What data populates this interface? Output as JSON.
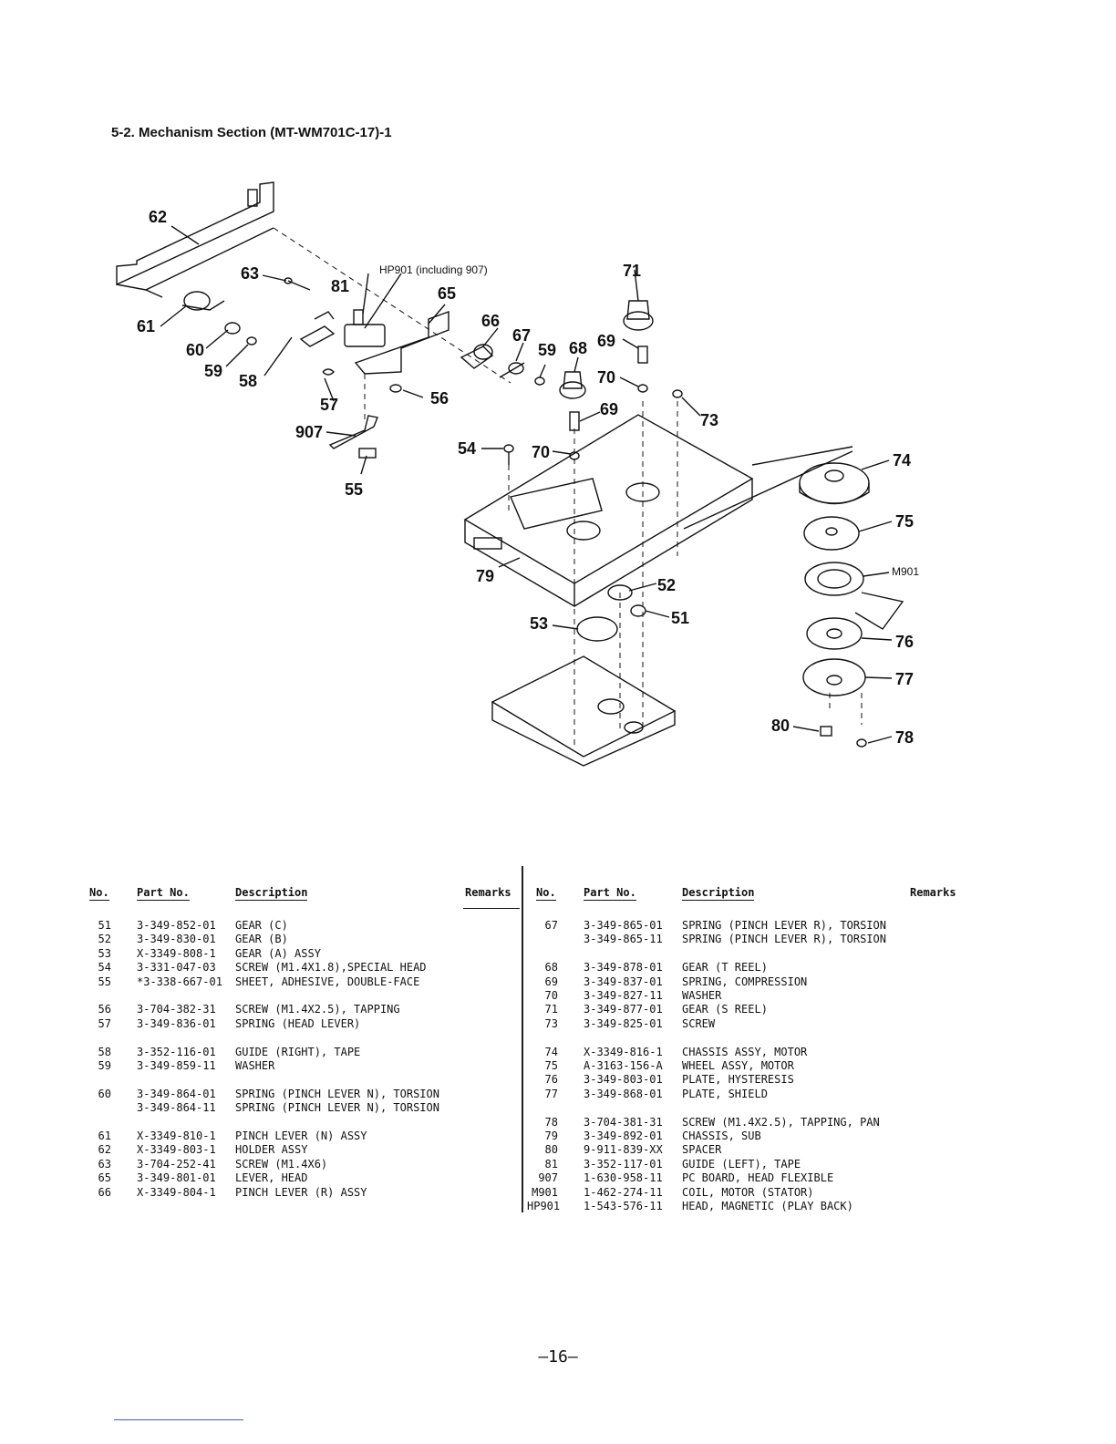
{
  "title": "5-2. Mechanism Section (MT-WM701C-17)-1",
  "diagram": {
    "hp901_label": "HP901 (including 907)",
    "m901_label": "M901",
    "callouts": {
      "c62": "62",
      "c63": "63",
      "c81": "81",
      "c65": "65",
      "c71": "71",
      "c61": "61",
      "c60": "60",
      "c59a": "59",
      "c58": "58",
      "c57": "57",
      "c56": "56",
      "c66": "66",
      "c67": "67",
      "c59b": "59",
      "c68": "68",
      "c69a": "69",
      "c70a": "70",
      "c69b": "69",
      "c73": "73",
      "c907": "907",
      "c54": "54",
      "c70b": "70",
      "c55": "55",
      "c74": "74",
      "c75": "75",
      "c79": "79",
      "c52": "52",
      "c53": "53",
      "c51": "51",
      "c76": "76",
      "c77": "77",
      "c80": "80",
      "c78": "78"
    }
  },
  "table": {
    "headers": {
      "no": "No.",
      "part_no": "Part No.",
      "description": "Description",
      "remarks": "Remarks"
    },
    "left": [
      {
        "no": "51",
        "part": "3-349-852-01",
        "desc": "GEAR (C)"
      },
      {
        "no": "52",
        "part": "3-349-830-01",
        "desc": "GEAR (B)"
      },
      {
        "no": "53",
        "part": "X-3349-808-1",
        "desc": "GEAR (A) ASSY"
      },
      {
        "no": "54",
        "part": "3-331-047-03",
        "desc": "SCREW (M1.4X1.8),SPECIAL HEAD"
      },
      {
        "no": "55",
        "part": "*3-338-667-01",
        "desc": "SHEET, ADHESIVE, DOUBLE-FACE"
      },
      {
        "no": "56",
        "part": "3-704-382-31",
        "desc": "SCREW (M1.4X2.5), TAPPING"
      },
      {
        "no": "57",
        "part": "3-349-836-01",
        "desc": "SPRING (HEAD LEVER)"
      },
      {
        "no": "58",
        "part": "3-352-116-01",
        "desc": "GUIDE (RIGHT), TAPE"
      },
      {
        "no": "59",
        "part": "3-349-859-11",
        "desc": "WASHER"
      },
      {
        "no": "60",
        "part": "3-349-864-01",
        "desc": "SPRING (PINCH LEVER N), TORSION"
      },
      {
        "no": "",
        "part": "3-349-864-11",
        "desc": "SPRING (PINCH LEVER N), TORSION"
      },
      {
        "no": "61",
        "part": "X-3349-810-1",
        "desc": "PINCH LEVER (N) ASSY"
      },
      {
        "no": "62",
        "part": "X-3349-803-1",
        "desc": "HOLDER ASSY"
      },
      {
        "no": "63",
        "part": "3-704-252-41",
        "desc": "SCREW (M1.4X6)"
      },
      {
        "no": "65",
        "part": "3-349-801-01",
        "desc": "LEVER, HEAD"
      },
      {
        "no": "66",
        "part": "X-3349-804-1",
        "desc": "PINCH LEVER (R) ASSY"
      }
    ],
    "right": [
      {
        "no": "67",
        "part": "3-349-865-01",
        "desc": "SPRING (PINCH LEVER R), TORSION"
      },
      {
        "no": "",
        "part": "3-349-865-11",
        "desc": "SPRING (PINCH LEVER R), TORSION"
      },
      {
        "no": "68",
        "part": "3-349-878-01",
        "desc": "GEAR (T REEL)"
      },
      {
        "no": "69",
        "part": "3-349-837-01",
        "desc": "SPRING, COMPRESSION"
      },
      {
        "no": "70",
        "part": "3-349-827-11",
        "desc": "WASHER"
      },
      {
        "no": "71",
        "part": "3-349-877-01",
        "desc": "GEAR (S REEL)"
      },
      {
        "no": "73",
        "part": "3-349-825-01",
        "desc": "SCREW"
      },
      {
        "no": "74",
        "part": "X-3349-816-1",
        "desc": "CHASSIS ASSY, MOTOR"
      },
      {
        "no": "75",
        "part": "A-3163-156-A",
        "desc": "WHEEL ASSY, MOTOR"
      },
      {
        "no": "76",
        "part": "3-349-803-01",
        "desc": "PLATE, HYSTERESIS"
      },
      {
        "no": "77",
        "part": "3-349-868-01",
        "desc": "PLATE, SHIELD"
      },
      {
        "no": "78",
        "part": "3-704-381-31",
        "desc": "SCREW (M1.4X2.5), TAPPING, PAN"
      },
      {
        "no": "79",
        "part": "3-349-892-01",
        "desc": "CHASSIS, SUB"
      },
      {
        "no": "80",
        "part": "9-911-839-XX",
        "desc": "SPACER"
      },
      {
        "no": "81",
        "part": "3-352-117-01",
        "desc": "GUIDE (LEFT), TAPE"
      },
      {
        "no": "907",
        "part": "1-630-958-11",
        "desc": "PC BOARD, HEAD FLEXIBLE"
      },
      {
        "no": "M901",
        "part": "1-462-274-11",
        "desc": "COIL, MOTOR (STATOR)"
      },
      {
        "no": "HP901",
        "part": "1-543-576-11",
        "desc": "HEAD, MAGNETIC (PLAY BACK)"
      }
    ]
  },
  "page_number": "—16—"
}
